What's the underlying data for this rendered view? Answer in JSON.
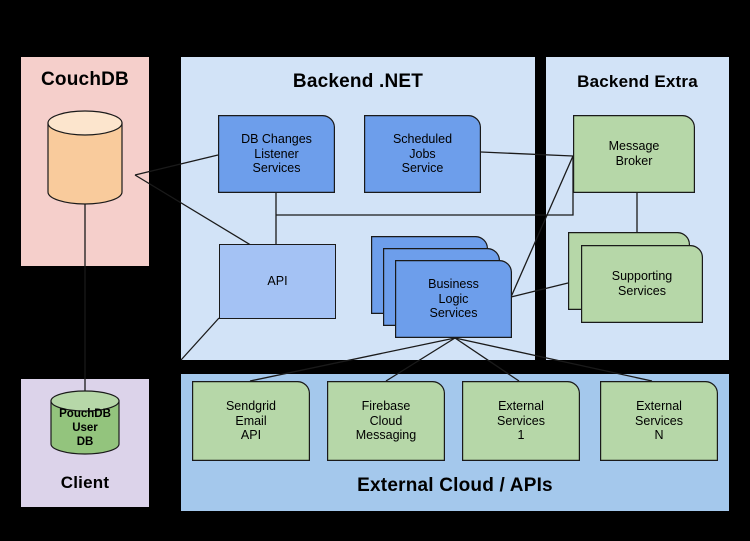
{
  "diagram": {
    "type": "architecture-diagram",
    "background": "#000000",
    "palette": {
      "couchdb_panel": "#f5cfcb",
      "client_panel": "#dcd3ea",
      "backend_panel": "#d2e3f7",
      "external_panel": "#a4c8ec",
      "service_blue": "#6d9eeb",
      "api_blue": "#a4c2f4",
      "green": "#b6d7a8",
      "cylinder_orange": "#f9cb9c",
      "cylinder_orange_top": "#fce5cd",
      "cylinder_green": "#93c47d",
      "cylinder_green_top": "#b6d7a8",
      "stroke": "#1a1a1a",
      "text": "#000000"
    },
    "containers": [
      {
        "id": "couchdb",
        "title": "CouchDB",
        "fill": "#f5cfcb",
        "title_size": 19
      },
      {
        "id": "backend",
        "title": "Backend .NET",
        "fill": "#d2e3f7",
        "title_size": 19
      },
      {
        "id": "extra",
        "title": "Backend Extra",
        "fill": "#d2e3f7",
        "title_size": 17
      },
      {
        "id": "client",
        "title": "Client",
        "fill": "#dcd3ea",
        "title_size": 17
      },
      {
        "id": "external",
        "title": "External Cloud / APIs",
        "fill": "#a4c8ec",
        "title_size": 19
      }
    ],
    "nodes": {
      "couchdb_cylinder": {
        "label": "",
        "fill": "#f9cb9c",
        "top_fill": "#fce5cd"
      },
      "pouchdb_cylinder": {
        "label": "PouchDB\nUser\nDB",
        "fill": "#93c47d",
        "top_fill": "#b6d7a8"
      },
      "db_changes_listener": {
        "label": "DB Changes\nListener\nServices",
        "fill": "#6d9eeb",
        "shape": "note"
      },
      "scheduled_jobs": {
        "label": "Scheduled\nJobs\nService",
        "fill": "#6d9eeb",
        "shape": "note"
      },
      "api": {
        "label": "API",
        "fill": "#a4c2f4",
        "shape": "rect"
      },
      "business_logic": {
        "label": "Business\nLogic\nServices",
        "fill": "#6d9eeb",
        "shape": "note-stack-3"
      },
      "message_broker": {
        "label": "Message\nBroker",
        "fill": "#b6d7a8",
        "shape": "note"
      },
      "supporting_services": {
        "label": "Supporting\nServices",
        "fill": "#b6d7a8",
        "shape": "note-stack-2"
      },
      "sendgrid": {
        "label": "Sendgrid\nEmail\nAPI",
        "fill": "#b6d7a8",
        "shape": "note"
      },
      "firebase": {
        "label": "Firebase\nCloud\nMessaging",
        "fill": "#b6d7a8",
        "shape": "note"
      },
      "external_services_1": {
        "label": "External\nServices\n1",
        "fill": "#b6d7a8",
        "shape": "note"
      },
      "external_services_n": {
        "label": "External\nServices\nN",
        "fill": "#b6d7a8",
        "shape": "note"
      }
    },
    "edges": [
      {
        "from": "couchdb_cylinder",
        "to": "db_changes_listener"
      },
      {
        "from": "couchdb_cylinder",
        "to": "api"
      },
      {
        "from": "couchdb_cylinder",
        "to": "pouchdb_cylinder"
      },
      {
        "from": "db_changes_listener",
        "to": "api"
      },
      {
        "from": "db_changes_listener",
        "to": "message_broker"
      },
      {
        "from": "scheduled_jobs",
        "to": "message_broker"
      },
      {
        "from": "message_broker",
        "to": "supporting_services"
      },
      {
        "from": "message_broker",
        "to": "business_logic"
      },
      {
        "from": "business_logic",
        "to": "supporting_services"
      },
      {
        "from": "api",
        "to": "client"
      },
      {
        "from": "business_logic",
        "to": "sendgrid"
      },
      {
        "from": "business_logic",
        "to": "firebase"
      },
      {
        "from": "business_logic",
        "to": "external_services_1"
      },
      {
        "from": "business_logic",
        "to": "external_services_n"
      }
    ]
  }
}
